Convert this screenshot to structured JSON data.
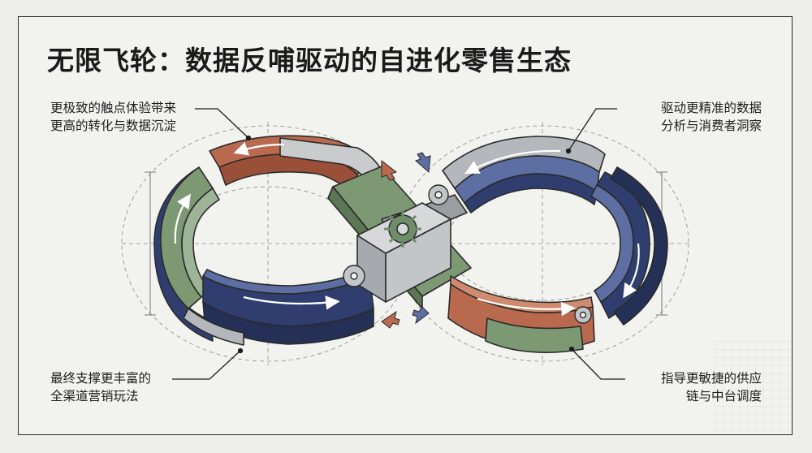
{
  "title": "无限飞轮：数据反哺驱动的自进化零售生态",
  "callouts": {
    "top_left": {
      "line1": "更极致的触点体验带来",
      "line2": "更高的转化与数据沉淀"
    },
    "top_right": {
      "line1": "驱动更精准的数据",
      "line2": "分析与消费者洞察"
    },
    "bottom_left": {
      "line1": "最终支撑更丰富的",
      "line2": "全渠道营销玩法"
    },
    "bottom_right": {
      "line1": "指导更敏捷的供应",
      "line2": "链与中台调度"
    }
  },
  "colors": {
    "orange": "#b96a4e",
    "green": "#7d9974",
    "navy": "#2f3e6e",
    "steel": "#5d6ea3",
    "gray": "#b4b7bb",
    "outline": "#2a2a2a"
  },
  "icons": [
    "gear-icon",
    "arrow-icon"
  ]
}
